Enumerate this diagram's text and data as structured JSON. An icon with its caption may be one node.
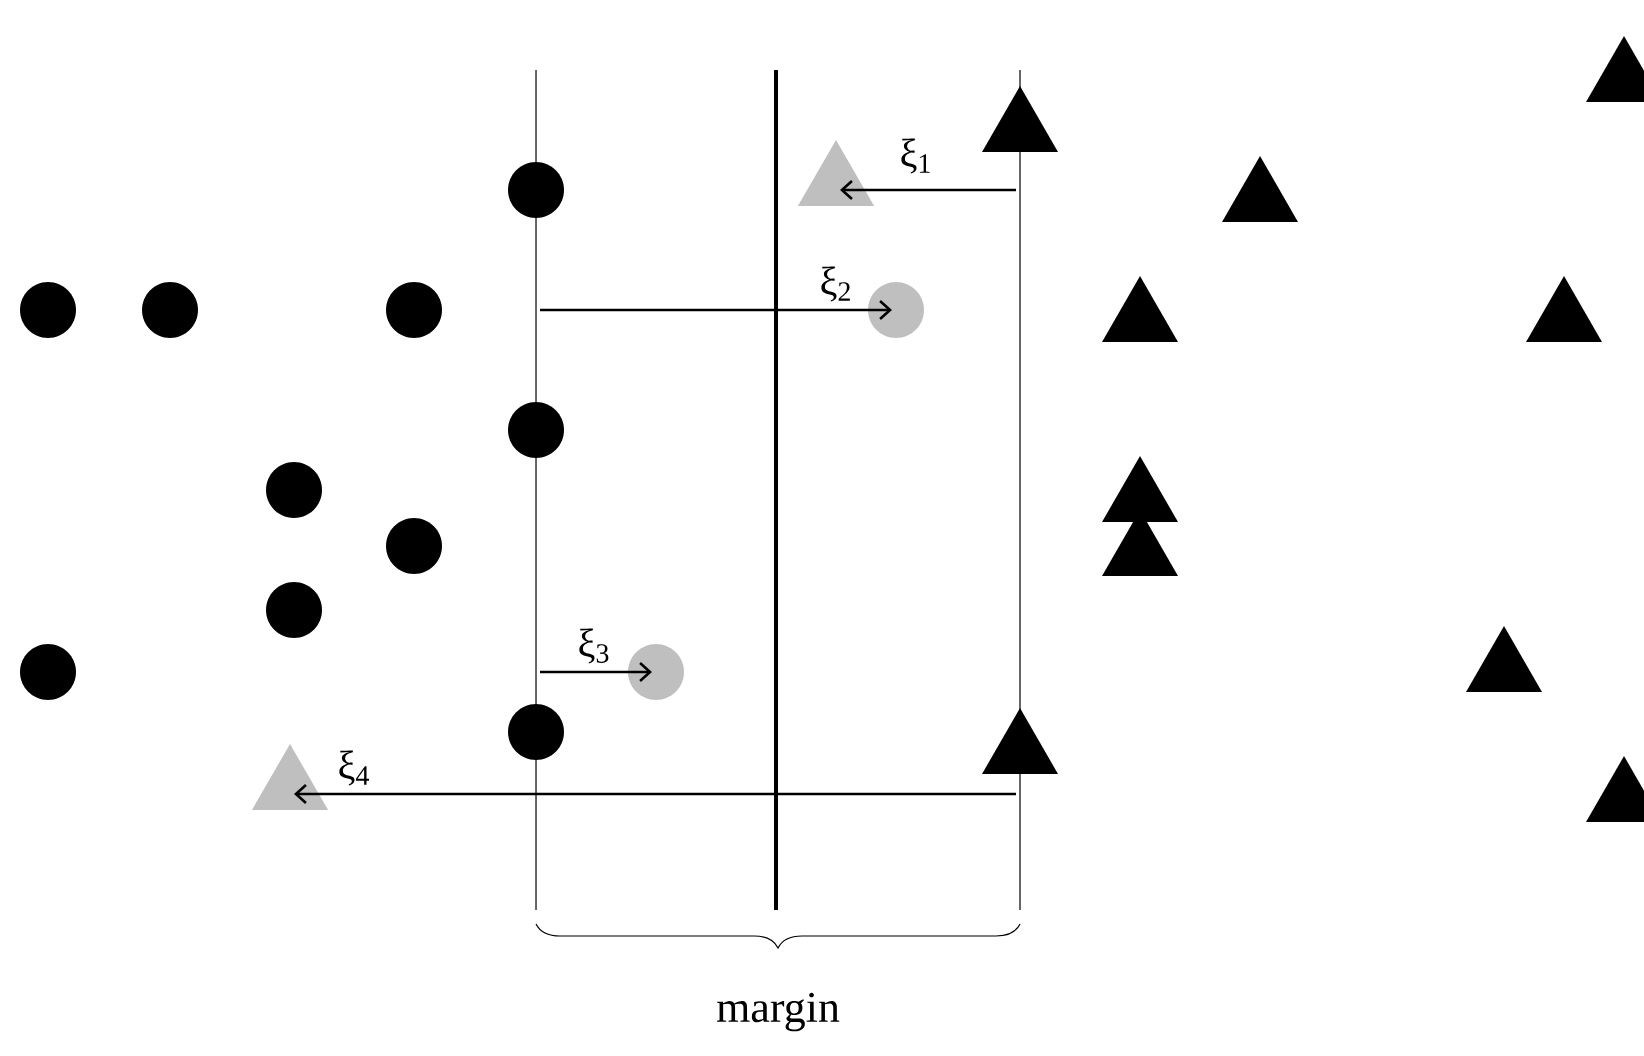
{
  "diagram": {
    "nodes": [
      {
        "text": [],
        "shape": "triangle"
      },
      {
        "text": [],
        "shape": "circle"
      },
      {
        "text": [],
        "shape": "circle"
      },
      {
        "text": [],
        "shape": "triangle"
      }
    ],
    "edges": [
      {
        "from": null,
        "to": 0,
        "arrow": "to",
        "label": "ξ$_{1}$"
      },
      {
        "from": null,
        "to": 1,
        "arrow": "to",
        "label": "ξ$_{2}$"
      },
      {
        "from": null,
        "to": 2,
        "arrow": "to",
        "label": "ξ$_{3}$"
      },
      {
        "from": null,
        "to": 3,
        "arrow": "to",
        "label": "ξ$_{4}$"
      }
    ],
    "labels": [
      "margin"
    ]
  }
}
